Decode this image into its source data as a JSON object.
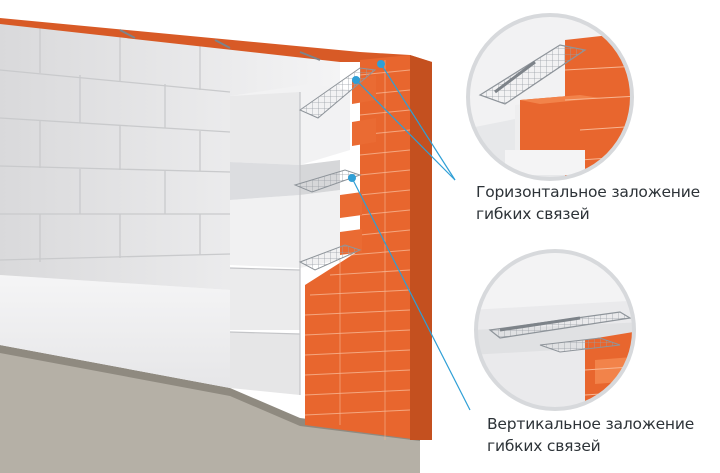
{
  "labels": {
    "horizontal": {
      "line1": "Горизонтальное заложение",
      "line2": "гибких связей"
    },
    "vertical": {
      "line1": "Вертикальное заложение",
      "line2": "гибких связей"
    }
  },
  "colors": {
    "brick": "#e8662e",
    "brick_dark": "#b9441c",
    "brick_light": "#f2834a",
    "aerated_block": "#eeeeef",
    "aerated_block_shadow": "#c9cacc",
    "foundation": "#a9a49a",
    "leader_line": "#2f9fd6",
    "mesh": "#9aa0a6"
  },
  "icons": {
    "marker": "dot-marker-icon",
    "zoom_detail": "magnifier-circle-icon"
  }
}
